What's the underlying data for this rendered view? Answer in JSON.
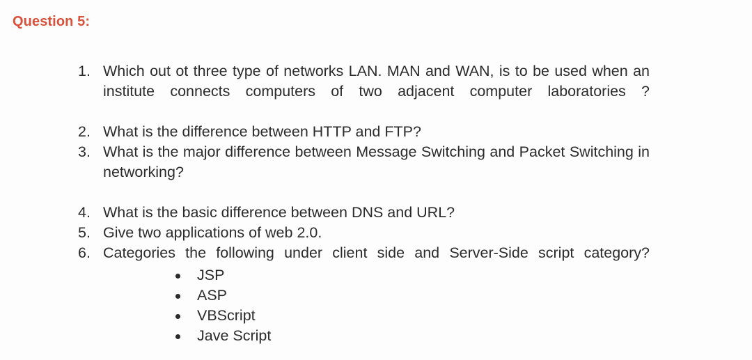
{
  "document": {
    "heading": "Question 5:",
    "heading_color": "#d9513a",
    "background_color": "#fdfdfd",
    "text_color": "#2b2b2b"
  },
  "questions": [
    {
      "number": "1.",
      "text": "Which out ot three type of networks LAN. MAN and WAN, is to be used when an institute connects computers of two adjacent computer laboratories ?"
    },
    {
      "number": "2.",
      "text": "What is the difference between HTTP and FTP?"
    },
    {
      "number": "3.",
      "text": "What is the major difference between Message Switching and Packet Switching in networking?"
    },
    {
      "number": "4.",
      "text": "What is the basic difference between DNS and URL?"
    },
    {
      "number": "5.",
      "text": "Give two applications of web 2.0."
    },
    {
      "number": "6.",
      "text": "Categories the following under client side and Server-Side script category?"
    }
  ],
  "sub_bullets": [
    {
      "label": "JSP"
    },
    {
      "label": "ASP"
    },
    {
      "label": "VBScript"
    },
    {
      "label": "Jave Script"
    }
  ]
}
